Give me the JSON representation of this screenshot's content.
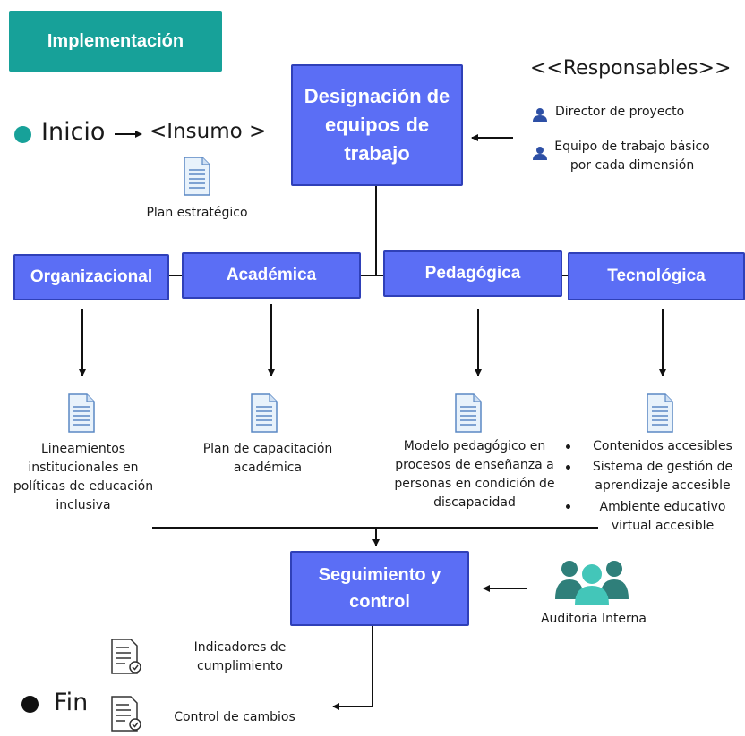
{
  "header": {
    "title": "Implementación"
  },
  "start": {
    "label": "Inicio",
    "input_label": "<Insumo >",
    "input_doc": "Plan estratégico"
  },
  "designation": {
    "label": "Designación de equipos de trabajo"
  },
  "responsables": {
    "title": "<<Responsables>>",
    "items": [
      "Director de proyecto",
      "Equipo de trabajo básico por cada dimensión"
    ]
  },
  "dimensions": [
    {
      "label": "Organizacional",
      "output": "Lineamientos institucionales en políticas de educación inclusiva"
    },
    {
      "label": "Académica",
      "output": "Plan de capacitación académica"
    },
    {
      "label": "Pedagógica",
      "output": "Modelo pedagógico en procesos de enseñanza a personas en condición de discapacidad"
    },
    {
      "label": "Tecnológica",
      "outputs": [
        "Contenidos accesibles",
        "Sistema de gestión de aprendizaje accesible",
        "Ambiente educativo virtual accesible"
      ]
    }
  ],
  "control": {
    "label": "Seguimiento y control",
    "auditor": "Auditoria Interna"
  },
  "outputs_final": [
    "Indicadores de cumplimiento",
    "Control de cambios"
  ],
  "end": {
    "label": "Fin"
  },
  "colors": {
    "teal": "#17a199",
    "blue": "#5b6ef5",
    "dark_teal": "#2f7f7a",
    "light_teal": "#43c6b9"
  }
}
